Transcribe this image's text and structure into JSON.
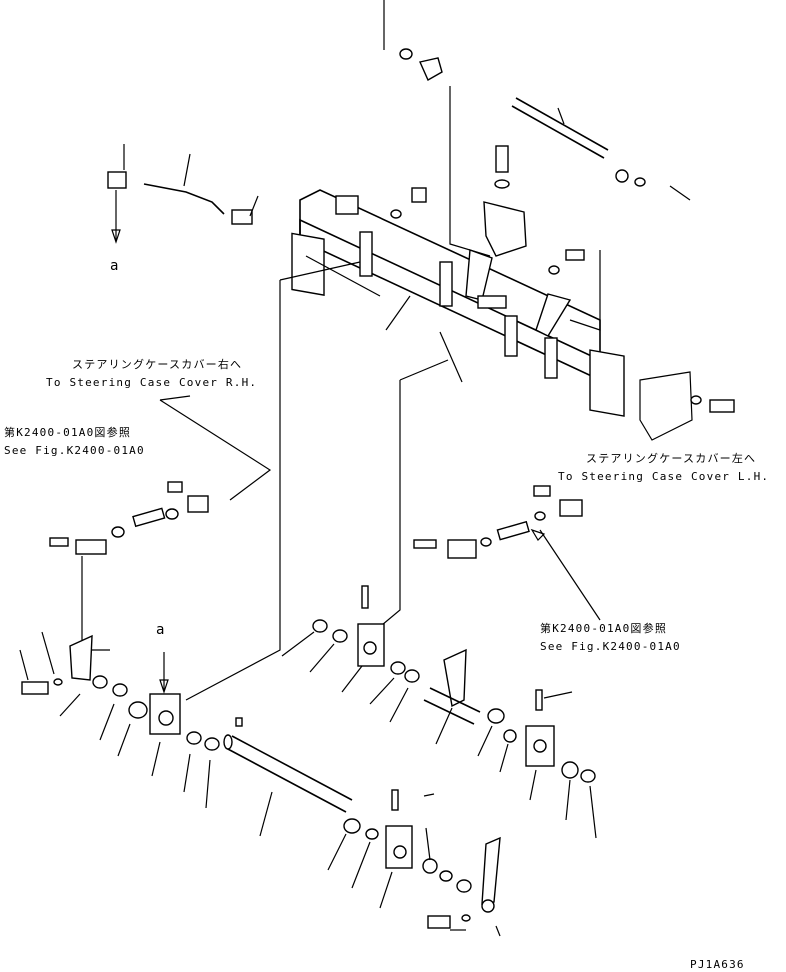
{
  "annotations": {
    "rh_jp": "ステアリングケースカバー右へ",
    "rh_en": "To Steering Case Cover R.H.",
    "lh_jp": "ステアリングケースカバー左へ",
    "lh_en": "To Steering Case Cover L.H.",
    "ref_left_jp": "第K2400-01A0図参照",
    "ref_left_en": "See Fig.K2400-01A0",
    "ref_right_jp": "第K2400-01A0図参照",
    "ref_right_en": "See Fig.K2400-01A0",
    "marker_a_top": "a",
    "marker_a_mid": "a",
    "drawing_code": "PJ1A636"
  }
}
